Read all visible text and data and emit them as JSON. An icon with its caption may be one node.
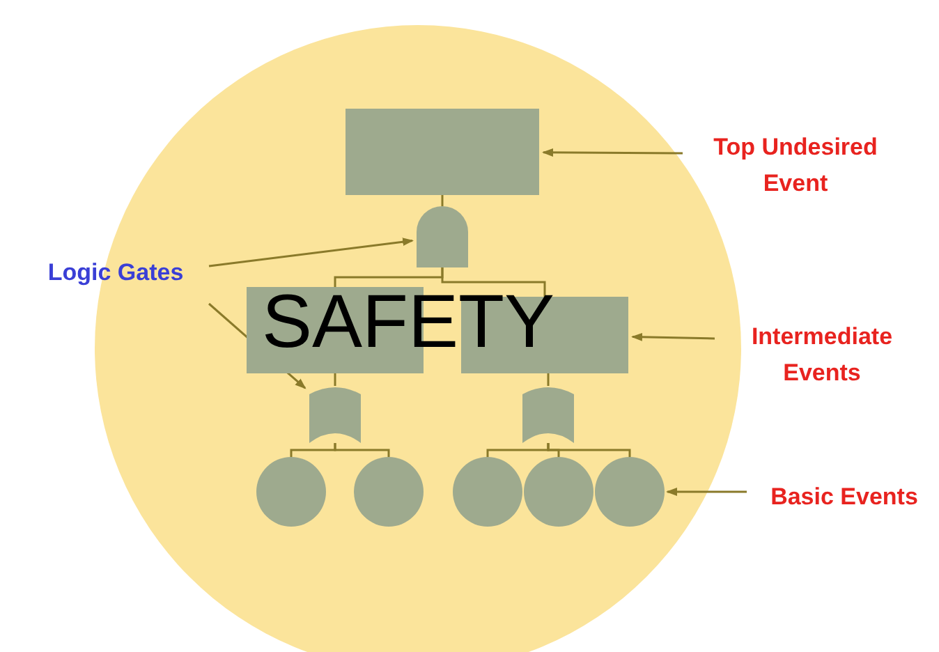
{
  "diagram": {
    "nodes": [
      {
        "text": [],
        "shape": "box"
      },
      {
        "text": [],
        "shape": "gate"
      },
      {
        "text": [],
        "shape": "box"
      },
      {
        "text": [],
        "shape": "box"
      },
      {
        "text": [],
        "shape": "gate"
      },
      {
        "text": [],
        "shape": "gate"
      },
      {
        "text": [],
        "shape": "circle"
      },
      {
        "text": [],
        "shape": "circle"
      },
      {
        "text": [],
        "shape": "circle"
      },
      {
        "text": [],
        "shape": "circle"
      },
      {
        "text": [],
        "shape": "circle"
      },
      {
        "text": [
          "Top Undesired Event"
        ]
      },
      {
        "text": [
          "Logic Gates"
        ]
      },
      {
        "text": [
          "Intermediate Events"
        ]
      },
      {
        "text": [
          "Basic Events"
        ]
      }
    ],
    "edges": [
      {
        "from": 0,
        "to": 1,
        "arrow": "none"
      },
      {
        "from": 1,
        "to": 2,
        "arrow": "none"
      },
      {
        "from": 1,
        "to": 3,
        "arrow": "none"
      },
      {
        "from": 2,
        "to": 4,
        "arrow": "none"
      },
      {
        "from": 3,
        "to": 5,
        "arrow": "none"
      },
      {
        "from": 4,
        "to": 6,
        "arrow": "none"
      },
      {
        "from": 4,
        "to": 7,
        "arrow": "none"
      },
      {
        "from": 5,
        "to": 8,
        "arrow": "none"
      },
      {
        "from": 5,
        "to": 9,
        "arrow": "none"
      },
      {
        "from": 5,
        "to": 10,
        "arrow": "none"
      },
      {
        "from": 11,
        "to": 0,
        "arrow": "to"
      },
      {
        "from": 12,
        "to": 1,
        "arrow": "to"
      },
      {
        "from": 12,
        "to": 4,
        "arrow": "to"
      },
      {
        "from": 13,
        "to": 3,
        "arrow": "to"
      },
      {
        "from": 14,
        "to": 10,
        "arrow": "to"
      }
    ],
    "labels": [
      "SAFETY"
    ]
  }
}
